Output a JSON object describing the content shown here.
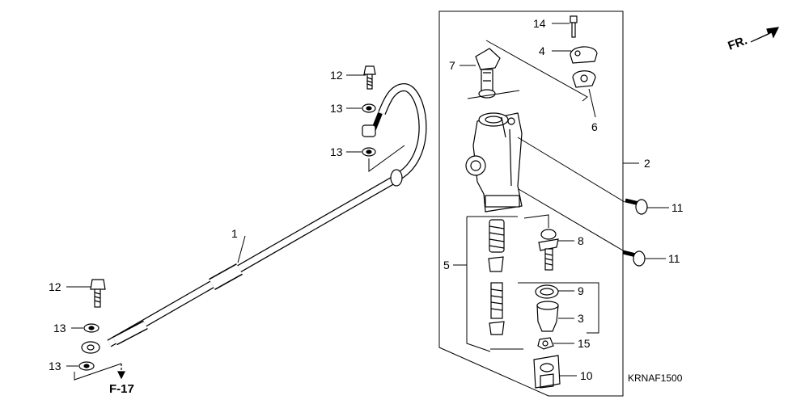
{
  "diagram": {
    "part_numbers": {
      "p1": "1",
      "p2": "2",
      "p3": "3",
      "p4": "4",
      "p5": "5",
      "p6": "6",
      "p7": "7",
      "p8": "8",
      "p9": "9",
      "p10": "10",
      "p11a": "11",
      "p11b": "11",
      "p12a": "12",
      "p12b": "12",
      "p13a": "13",
      "p13b": "13",
      "p13c": "13",
      "p13d": "13",
      "p14": "14",
      "p15": "15"
    },
    "front_label": "FR.",
    "reference": "F-17",
    "drawing_code": "KRNAF1500"
  }
}
